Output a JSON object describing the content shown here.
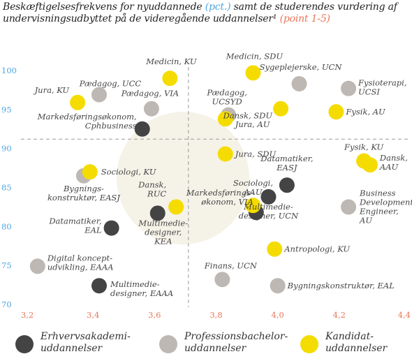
{
  "title": {
    "part1": "Beskæftigelsesfrekvens for nyuddannede ",
    "unit_y": "(pct.)",
    "part2": " samt de studerendes vurdering af undervisningsudbyttet på de videregående uddannelser",
    "footnote": "¹",
    "unit_x": "(point 1-5)"
  },
  "legend": [
    {
      "label": "Erhvervsakademi-\nuddannelser",
      "color": "#444444"
    },
    {
      "label": "Professionsbachelor-\nuddannelser",
      "color": "#bdb8b3"
    },
    {
      "label": "Kandidat-\nuddannelser",
      "color": "#f5dc00"
    }
  ],
  "colors": {
    "tick_x": "#e8765a",
    "tick_y": "#4da6e0",
    "ref_line": "#999999",
    "watermark": "#f5f2e8"
  },
  "chart_data": {
    "type": "scatter",
    "title": "Beskæftigelsesfrekvens for nyuddannede (pct.) samt de studerendes vurdering af undervisningsudbyttet på de videregående uddannelser¹ (point 1-5)",
    "xlim": [
      3.2,
      4.4
    ],
    "ylim": [
      70,
      100
    ],
    "x_ticks": [
      "3,2",
      "3,4",
      "3,6",
      "3,8",
      "4,0",
      "4,2",
      "4,4"
    ],
    "y_ticks": [
      "70",
      "75",
      "80",
      "85",
      "90",
      "95",
      "100"
    ],
    "reference_lines": {
      "x": 3.71,
      "y": 91.2
    },
    "grid": false,
    "legend_position": "bottom",
    "series": [
      {
        "name": "Erhvervsakademiuddannelser",
        "color": "#444444",
        "points": [
          {
            "label": "Markedsføringsøkonom,\nCphbusiness",
            "x": 3.56,
            "y": 92.5
          },
          {
            "label": "Datamatiker,\nEASJ",
            "x": 4.03,
            "y": 85.3
          },
          {
            "label": "Multimedie-\ndesigner, UCN",
            "x": 3.97,
            "y": 83.8
          },
          {
            "label": "Markedsførings-\nøkonom, VIA",
            "x": 3.93,
            "y": 81.8
          },
          {
            "label": "Multimedie-\ndesigner,\nKEA",
            "x": 3.61,
            "y": 81.7
          },
          {
            "label": "Datamatiker,\nEAL",
            "x": 3.46,
            "y": 79.8
          },
          {
            "label": "Multimedie-\ndesigner, EAAA",
            "x": 3.42,
            "y": 72.4
          }
        ]
      },
      {
        "name": "Professionsbacheloruddannelser",
        "color": "#bdb8b3",
        "points": [
          {
            "label": "Pædagog, UCC",
            "x": 3.42,
            "y": 96.9
          },
          {
            "label": "Pædagog, VIA",
            "x": 3.59,
            "y": 95.1
          },
          {
            "label": "Pædagog,\nUCSYD",
            "x": 3.84,
            "y": 94.3
          },
          {
            "label": "Sygeplejerske, UCN",
            "x": 4.07,
            "y": 98.3
          },
          {
            "label": "Fysioterapi,\nUCSI",
            "x": 4.23,
            "y": 97.7
          },
          {
            "label": "Bygnings-\nkonstruktør, EASJ",
            "x": 3.37,
            "y": 86.5
          },
          {
            "label": "Business\nDevelopment\nEngineer,\nAU",
            "x": 4.23,
            "y": 82.5
          },
          {
            "label": "Digital koncept-\nudvikling, EAAA",
            "x": 3.22,
            "y": 74.9
          },
          {
            "label": "Finans, UCN",
            "x": 3.82,
            "y": 73.2
          },
          {
            "label": "Bygningskonstruktør, EAL",
            "x": 4.0,
            "y": 72.4
          }
        ]
      },
      {
        "name": "Kandidatuddannelser",
        "color": "#f5dc00",
        "points": [
          {
            "label": "Medicin, KU",
            "x": 3.65,
            "y": 99.0
          },
          {
            "label": "Medicin, SDU",
            "x": 3.92,
            "y": 99.7
          },
          {
            "label": "Jura, KU",
            "x": 3.35,
            "y": 95.9
          },
          {
            "label": "Jura, AU",
            "x": 3.83,
            "y": 93.8
          },
          {
            "label": "Dansk, SDU",
            "x": 4.01,
            "y": 95.1
          },
          {
            "label": "Fysik, AU",
            "x": 4.19,
            "y": 94.7
          },
          {
            "label": "Jura, SDU",
            "x": 3.83,
            "y": 89.3
          },
          {
            "label": "Sociologi, KU",
            "x": 3.39,
            "y": 87.0
          },
          {
            "label": "Fysik, KU",
            "x": 4.28,
            "y": 88.4
          },
          {
            "label": "Dansk,\nAAU",
            "x": 4.3,
            "y": 87.9
          },
          {
            "label": "Dansk,\nRUC",
            "x": 3.67,
            "y": 82.5
          },
          {
            "label": "Sociologi,\nAAU",
            "x": 3.92,
            "y": 82.7
          },
          {
            "label": "Antropologi, KU",
            "x": 3.99,
            "y": 77.1
          }
        ]
      }
    ]
  }
}
